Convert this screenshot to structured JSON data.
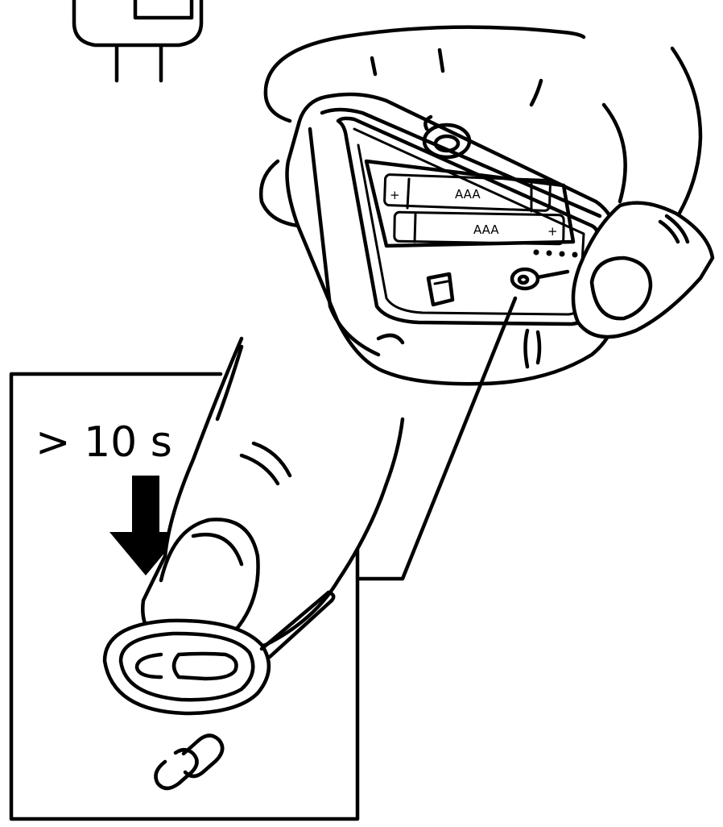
{
  "callout": {
    "duration_label": "> 10 s"
  },
  "device": {
    "battery_top_label": "AAA",
    "battery_bottom_label": "AAA",
    "plus_sign": "+",
    "plus_sign_right": "+"
  },
  "icons": {
    "press_arrow": "down-arrow-icon",
    "pairing": "chain-link-icon",
    "plug": "power-plug-icon"
  },
  "colors": {
    "ink": "#000000",
    "background": "#ffffff"
  }
}
